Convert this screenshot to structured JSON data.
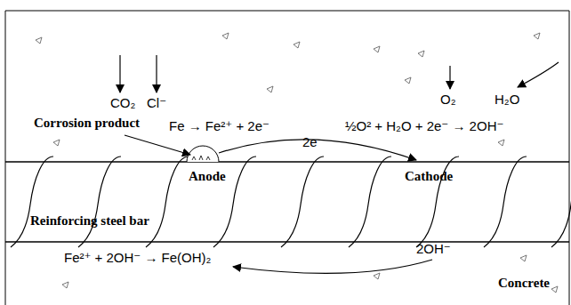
{
  "diagram": {
    "labels": [
      "CO₂",
      "Cl⁻",
      "O₂",
      "H₂O",
      "Corrosion product",
      "Fe → Fe²⁺ + 2e⁻",
      "½O² + H₂O + 2e⁻ → 2OH⁻",
      "2e⁻",
      "Anode",
      "Cathode",
      "Reinforcing steel bar",
      "Fe²⁺ + 2OH⁻ → Fe(OH)₂",
      "2OH⁻",
      "Concrete"
    ]
  }
}
